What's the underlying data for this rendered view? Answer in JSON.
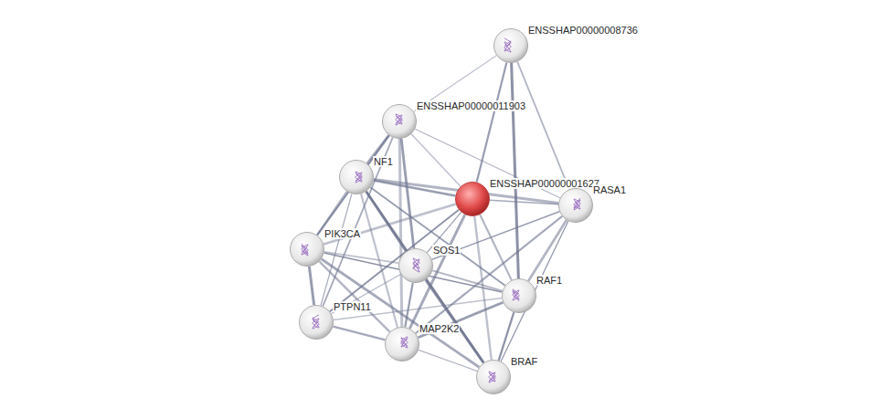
{
  "diagram": {
    "nodes": [
      {
        "text": [
          "ENSSHAP00000008736"
        ]
      },
      {
        "text": [
          "ENSSHAP00000011903"
        ]
      },
      {
        "text": [
          "NF1"
        ]
      },
      {
        "text": [
          "ENSSHAP00000001627"
        ]
      },
      {
        "text": [
          "RASA1"
        ]
      },
      {
        "text": [
          "PIK3CA"
        ]
      },
      {
        "text": [
          "SOS1"
        ]
      },
      {
        "text": [
          "RAF1"
        ]
      },
      {
        "text": [
          "PTPN11"
        ]
      },
      {
        "text": [
          "MAP2K2"
        ]
      },
      {
        "text": [
          "BRAF"
        ]
      }
    ],
    "edges": [
      {
        "from": 0,
        "to": 1,
        "arrow": "none"
      },
      {
        "from": 0,
        "to": 3,
        "arrow": "none"
      },
      {
        "from": 0,
        "to": 4,
        "arrow": "none"
      },
      {
        "from": 0,
        "to": 7,
        "arrow": "none"
      },
      {
        "from": 1,
        "to": 2,
        "arrow": "none"
      },
      {
        "from": 1,
        "to": 3,
        "arrow": "none"
      },
      {
        "from": 1,
        "to": 6,
        "arrow": "none"
      },
      {
        "from": 1,
        "to": 4,
        "arrow": "none"
      },
      {
        "from": 1,
        "to": 5,
        "arrow": "none"
      },
      {
        "from": 1,
        "to": 8,
        "arrow": "none"
      },
      {
        "from": 1,
        "to": 9,
        "arrow": "none"
      },
      {
        "from": 2,
        "to": 3,
        "arrow": "none"
      },
      {
        "from": 2,
        "to": 5,
        "arrow": "none"
      },
      {
        "from": 2,
        "to": 6,
        "arrow": "none"
      },
      {
        "from": 2,
        "to": 8,
        "arrow": "none"
      },
      {
        "from": 2,
        "to": 9,
        "arrow": "none"
      },
      {
        "from": 2,
        "to": 7,
        "arrow": "none"
      },
      {
        "from": 2,
        "to": 4,
        "arrow": "none"
      },
      {
        "from": 2,
        "to": 10,
        "arrow": "none"
      },
      {
        "from": 3,
        "to": 4,
        "arrow": "none"
      },
      {
        "from": 3,
        "to": 5,
        "arrow": "none"
      },
      {
        "from": 3,
        "to": 6,
        "arrow": "none"
      },
      {
        "from": 3,
        "to": 7,
        "arrow": "none"
      },
      {
        "from": 3,
        "to": 8,
        "arrow": "none"
      },
      {
        "from": 3,
        "to": 9,
        "arrow": "none"
      },
      {
        "from": 3,
        "to": 10,
        "arrow": "none"
      },
      {
        "from": 4,
        "to": 6,
        "arrow": "none"
      },
      {
        "from": 4,
        "to": 7,
        "arrow": "none"
      },
      {
        "from": 4,
        "to": 10,
        "arrow": "none"
      },
      {
        "from": 4,
        "to": 9,
        "arrow": "none"
      },
      {
        "from": 5,
        "to": 6,
        "arrow": "none"
      },
      {
        "from": 5,
        "to": 8,
        "arrow": "none"
      },
      {
        "from": 5,
        "to": 9,
        "arrow": "none"
      },
      {
        "from": 5,
        "to": 7,
        "arrow": "none"
      },
      {
        "from": 5,
        "to": 10,
        "arrow": "none"
      },
      {
        "from": 6,
        "to": 8,
        "arrow": "none"
      },
      {
        "from": 6,
        "to": 9,
        "arrow": "none"
      },
      {
        "from": 6,
        "to": 7,
        "arrow": "none"
      },
      {
        "from": 6,
        "to": 10,
        "arrow": "none"
      },
      {
        "from": 8,
        "to": 9,
        "arrow": "none"
      },
      {
        "from": 8,
        "to": 7,
        "arrow": "none"
      },
      {
        "from": 9,
        "to": 7,
        "arrow": "none"
      },
      {
        "from": 9,
        "to": 10,
        "arrow": "none"
      },
      {
        "from": 7,
        "to": 10,
        "arrow": "none"
      }
    ]
  }
}
